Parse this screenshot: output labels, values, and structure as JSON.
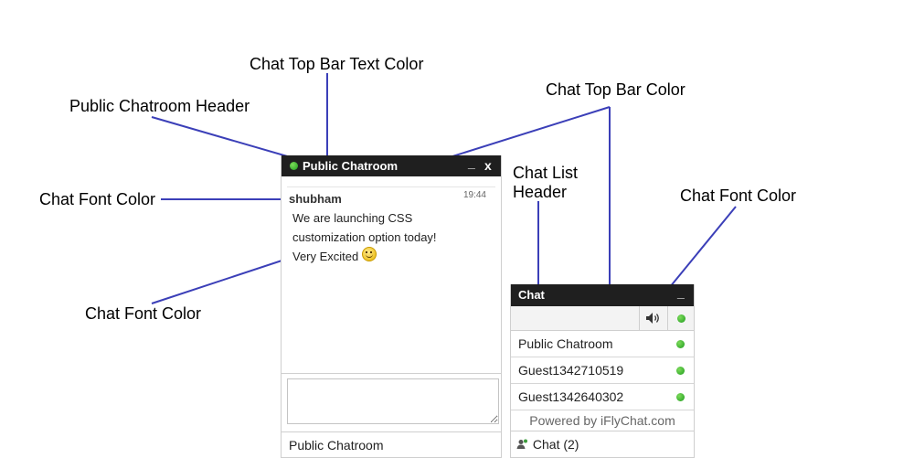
{
  "annotations": {
    "chat_top_bar_text_color": "Chat Top Bar Text Color",
    "public_chatroom_header": "Public Chatroom Header",
    "chat_top_bar_color": "Chat Top Bar Color",
    "chat_font_color_left": "Chat Font Color",
    "chat_list_header": "Chat List Header",
    "chat_font_color_right": "Chat Font Color",
    "chat_font_color_bottom": "Chat Font Color"
  },
  "chatroom": {
    "title": "Public Chatroom",
    "minimize": "_",
    "close": "x",
    "message": {
      "user": "shubham",
      "time": "19:44",
      "lines": [
        "We are launching CSS",
        "customization option today!",
        "Very Excited"
      ],
      "emoticon": "smiley-icon"
    },
    "input_value": "",
    "footer_tab": "Public Chatroom"
  },
  "chatlist": {
    "title": "Chat",
    "minimize": "_",
    "items": [
      {
        "label": "Public Chatroom",
        "status": "online"
      },
      {
        "label": "Guest1342710519",
        "status": "online"
      },
      {
        "label": "Guest1342640302",
        "status": "online"
      }
    ],
    "powered_by": "Powered by iFlyChat.com",
    "tab_label": "Chat (2)"
  },
  "colors": {
    "top_bar": "#1f1f1f",
    "top_bar_text": "#ffffff",
    "online": "#2fb32f",
    "annotation_line": "#3b3fb8"
  }
}
